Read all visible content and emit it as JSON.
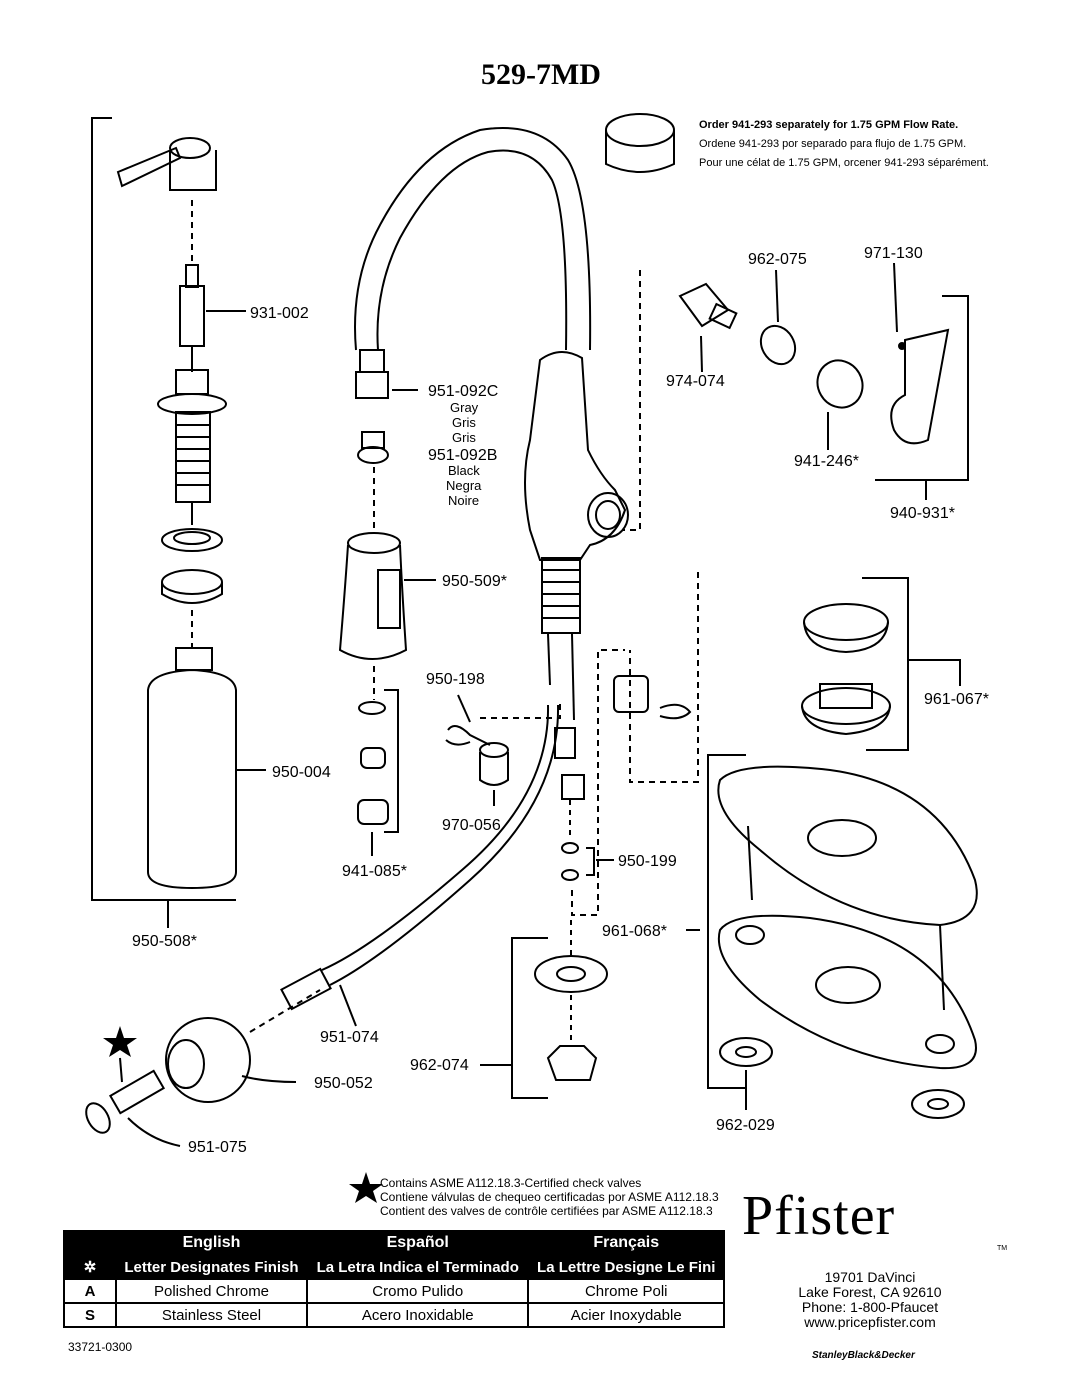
{
  "title": "529-7MD",
  "aerator_note": {
    "en": "Order 941-293 separately for 1.75 GPM  Flow Rate.",
    "es": "Ordene 941-293 por separado para flujo de 1.75 GPM.",
    "fr": "Pour une célat de 1.75 GPM, orcener 941-293 séparément."
  },
  "parts": {
    "p931_002": "931-002",
    "p951_092c": "951-092C",
    "gray": "Gray",
    "gris1": "Gris",
    "gris2": "Gris",
    "p951_092b": "951-092B",
    "black": "Black",
    "negra": "Negra",
    "noire": "Noire",
    "p950_509": "950-509*",
    "p950_004": "950-004",
    "p941_085": "941-085*",
    "p950_508": "950-508*",
    "p950_198": "950-198",
    "p970_056": "970-056",
    "p951_074": "951-074",
    "p950_052": "950-052",
    "p951_075": "951-075",
    "p962_075": "962-075",
    "p971_130": "971-130",
    "p974_074": "974-074",
    "p941_246": "941-246*",
    "p940_931": "940-931*",
    "p961_067": "961-067*",
    "p950_199": "950-199",
    "p961_068": "961-068*",
    "p962_074": "962-074",
    "p962_029": "962-029"
  },
  "legend": {
    "en": "Contains ASME A112.18.3-Certified check valves",
    "es": "Contiene válvulas de chequeo certificadas por ASME A112.18.3",
    "fr": "Contient des valves de contrôle certifiées par ASME A112.18.3"
  },
  "finish_table": {
    "lang_headers": [
      "English",
      "Español",
      "Français"
    ],
    "symbol": "✲",
    "sub_headers": [
      "Letter Designates Finish",
      "La Letra Indica el Terminado",
      "La Lettre Designe Le Fini"
    ],
    "rows": [
      {
        "code": "A",
        "values": [
          "Polished Chrome",
          "Cromo Pulido",
          "Chrome Poli"
        ]
      },
      {
        "code": "S",
        "values": [
          "Stainless Steel",
          "Acero Inoxidable",
          "Acier Inoxydable"
        ]
      }
    ]
  },
  "brand": "Pfister",
  "trademark": "TM",
  "address": [
    "19701 DaVinci",
    "Lake Forest, CA 92610",
    "Phone: 1-800-Pfaucet",
    "www.pricepfister.com"
  ],
  "doc_number": "33721-0300",
  "manufacturer": "StanleyBlack&Decker"
}
